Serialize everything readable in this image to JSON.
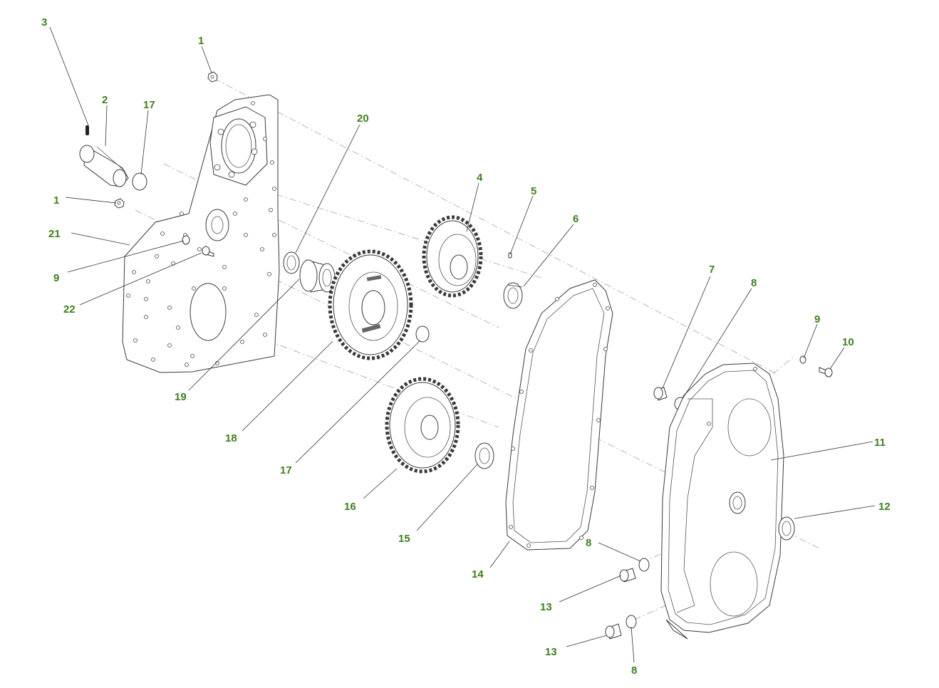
{
  "colors": {
    "callout_text": "#3f7f1e",
    "line": "#3a3a3a",
    "centerline": "#999999",
    "background": "#ffffff"
  },
  "callouts": [
    {
      "id": "c3",
      "text": "3"
    },
    {
      "id": "c1a",
      "text": "1"
    },
    {
      "id": "c2",
      "text": "2"
    },
    {
      "id": "c17a",
      "text": "17"
    },
    {
      "id": "c20",
      "text": "20"
    },
    {
      "id": "c1b",
      "text": "1"
    },
    {
      "id": "c21",
      "text": "21"
    },
    {
      "id": "c9a",
      "text": "9"
    },
    {
      "id": "c22",
      "text": "22"
    },
    {
      "id": "c4",
      "text": "4"
    },
    {
      "id": "c5",
      "text": "5"
    },
    {
      "id": "c6",
      "text": "6"
    },
    {
      "id": "c7",
      "text": "7"
    },
    {
      "id": "c8a",
      "text": "8"
    },
    {
      "id": "c9b",
      "text": "9"
    },
    {
      "id": "c10",
      "text": "10"
    },
    {
      "id": "c19",
      "text": "19"
    },
    {
      "id": "c18",
      "text": "18"
    },
    {
      "id": "c17b",
      "text": "17"
    },
    {
      "id": "c11",
      "text": "11"
    },
    {
      "id": "c12",
      "text": "12"
    },
    {
      "id": "c16",
      "text": "16"
    },
    {
      "id": "c15",
      "text": "15"
    },
    {
      "id": "c14",
      "text": "14"
    },
    {
      "id": "c8b",
      "text": "8"
    },
    {
      "id": "c13a",
      "text": "13"
    },
    {
      "id": "c13b",
      "text": "13"
    },
    {
      "id": "c8c",
      "text": "8"
    }
  ]
}
